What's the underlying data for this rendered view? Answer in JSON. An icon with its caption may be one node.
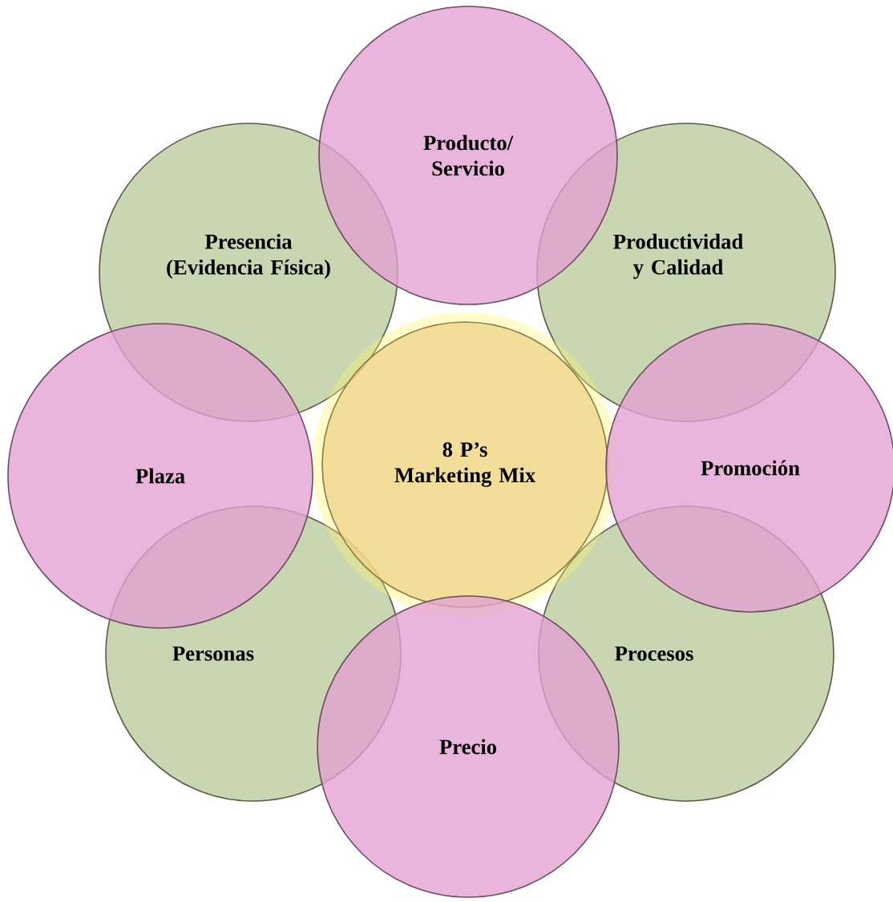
{
  "diagram": {
    "nodes": [
      {
        "text": [
          "Producto/ Servicio"
        ]
      },
      {
        "text": [
          "Presencia (Evidencia Física)"
        ]
      },
      {
        "text": [
          "Productividad y Calidad"
        ]
      },
      {
        "text": [
          "Plaza"
        ]
      },
      {
        "text": [
          "8 P’s Marketing Mix"
        ]
      },
      {
        "text": [
          "Promoción"
        ]
      },
      {
        "text": [
          "Personas"
        ]
      },
      {
        "text": [
          "Procesos"
        ]
      },
      {
        "text": [
          "Precio"
        ]
      }
    ]
  }
}
